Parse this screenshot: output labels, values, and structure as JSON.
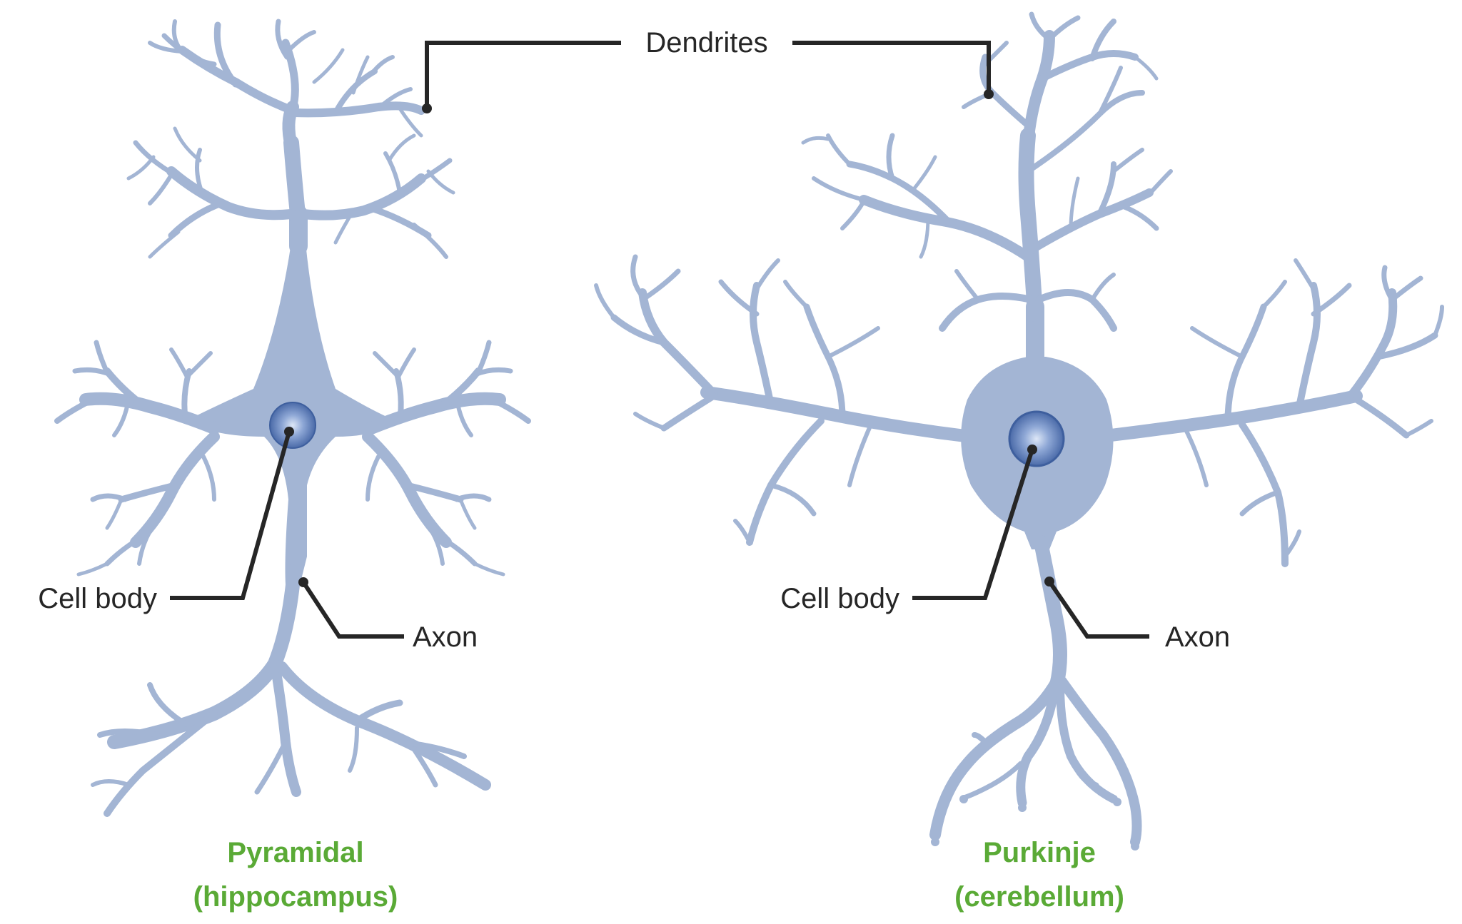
{
  "colors": {
    "neuron": "#a3b5d4",
    "nucleus_dark": "#4a6aa8",
    "nucleus_light": "#c6d6ee",
    "leader": "#262626",
    "caption": "#5aaa36"
  },
  "labels": {
    "dendrites": "Dendrites",
    "cell_body_left": "Cell body",
    "axon_left": "Axon",
    "cell_body_right": "Cell body",
    "axon_right": "Axon"
  },
  "captions": {
    "left_name": "Pyramidal",
    "left_region": "(hippocampus)",
    "right_name": "Purkinje",
    "right_region": "(cerebellum)"
  }
}
